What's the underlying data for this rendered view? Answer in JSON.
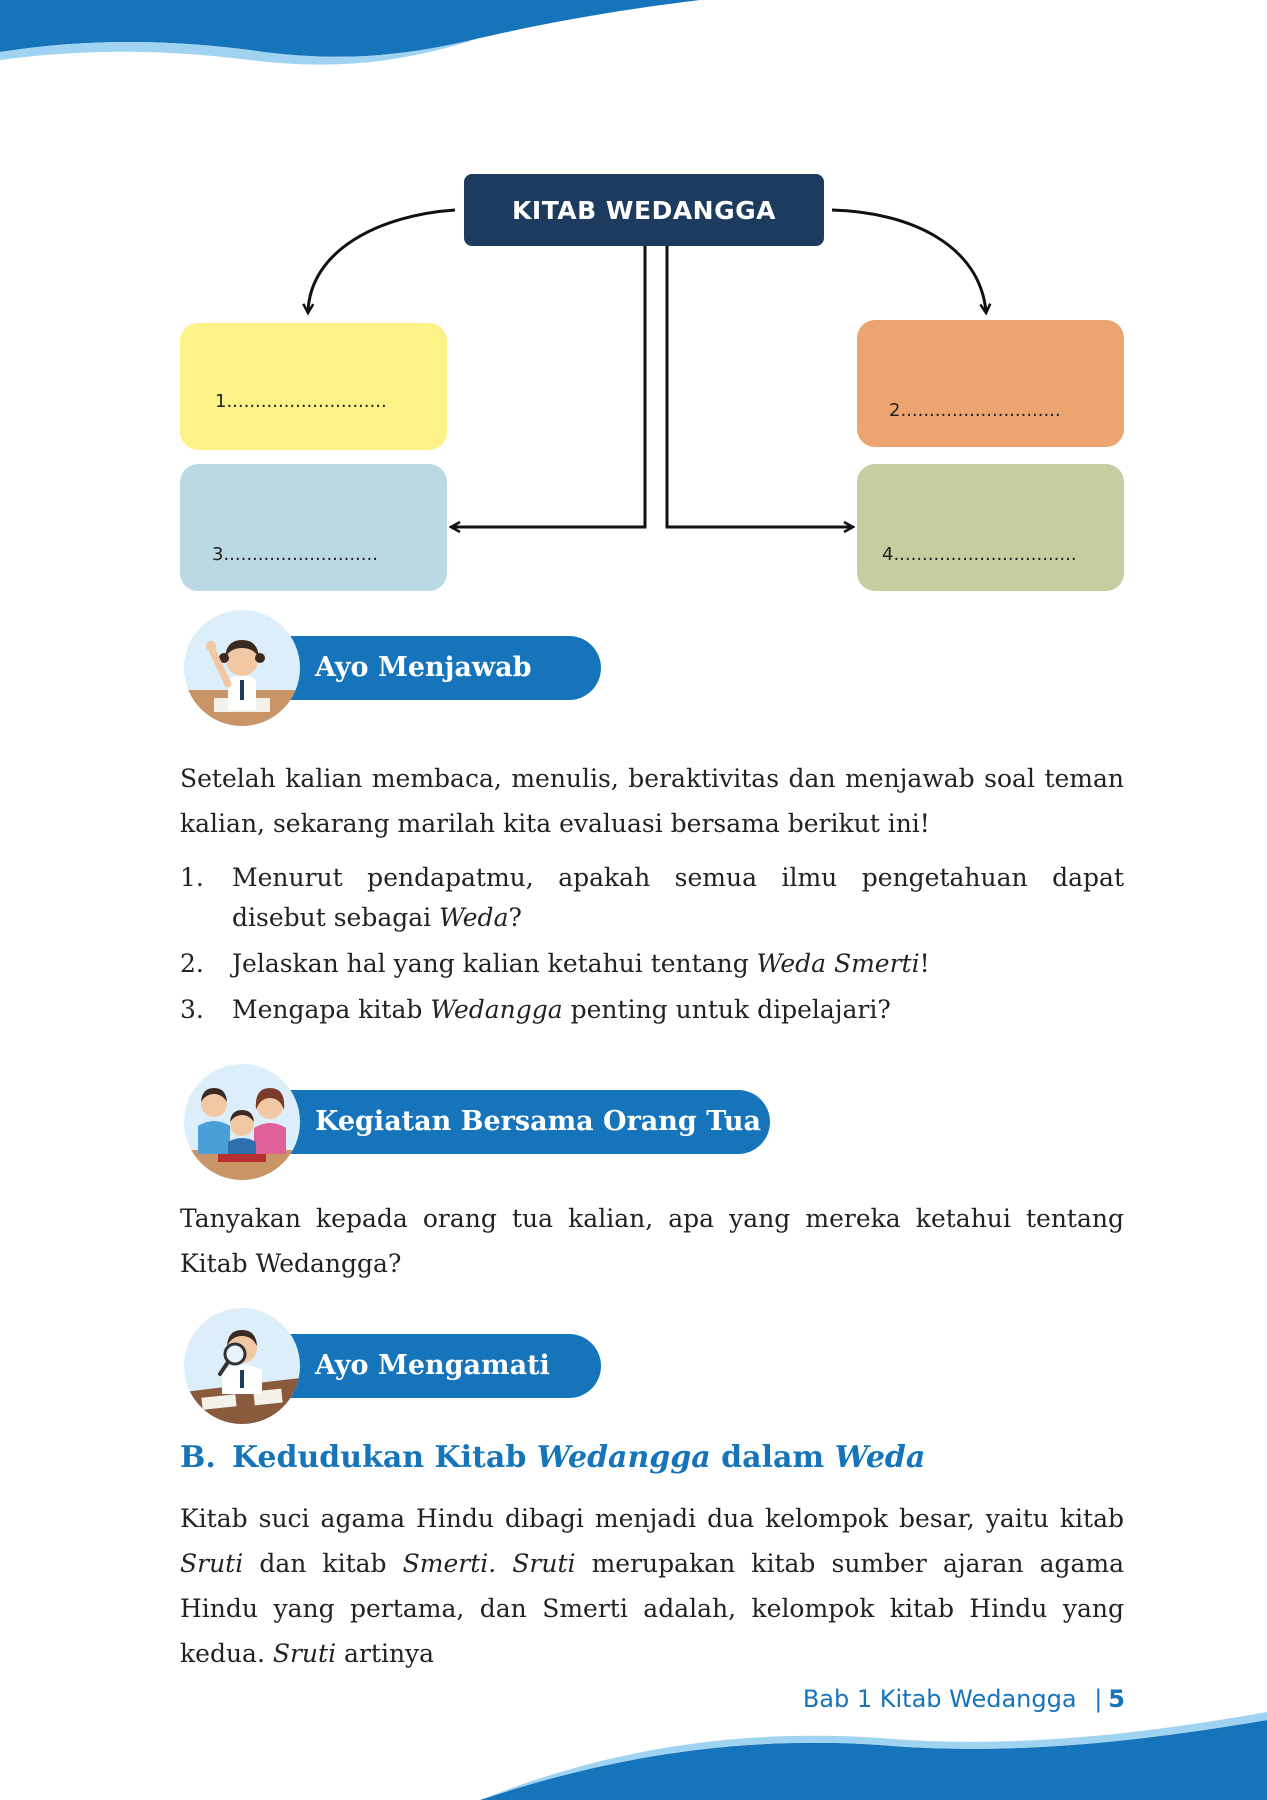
{
  "diagram": {
    "title": "KITAB WEDANGGA",
    "box1": "1............................",
    "box2": "2............................",
    "box3": "3...........................",
    "box4": "4................................"
  },
  "ayo_menjawab": {
    "label": "Ayo Menjawab",
    "intro": "Setelah kalian membaca, menulis, beraktivitas  dan menjawab soal teman kalian,  sekarang marilah kita evaluasi bersama berikut ini!",
    "questions": [
      {
        "num": "1.",
        "text_before": "Menurut pendapatmu, apakah semua ilmu pengetahuan dapat disebut sebagai ",
        "italic": "Weda",
        "text_after": "?"
      },
      {
        "num": "2.",
        "text_before": "Jelaskan hal yang kalian ketahui tentang ",
        "italic": "Weda Smerti",
        "text_after": "!"
      },
      {
        "num": "3.",
        "text_before": "Mengapa kitab ",
        "italic": "Wedangga",
        "text_after": " penting untuk dipelajari?"
      }
    ]
  },
  "kegiatan": {
    "label": "Kegiatan Bersama Orang Tua",
    "text": "Tanyakan kepada orang tua kalian, apa yang mereka ketahui tentang Kitab Wedangga?"
  },
  "ayo_mengamati": {
    "label": "Ayo Mengamati"
  },
  "section_b": {
    "letter": "B.",
    "title_part1": "Kedudukan Kitab ",
    "title_italic1": "Wedangga",
    "title_part2": " dalam ",
    "title_italic2": "Weda",
    "p1": "Kitab suci agama Hindu dibagi menjadi dua kelompok besar, yaitu kitab ",
    "p_sruti": "Sruti",
    "p2": " dan kitab ",
    "p_smerti": "Smerti.",
    "p3": " ",
    "p_sruti2": "Sruti",
    "p4": " merupakan kitab sumber ajaran agama Hindu yang pertama, dan Smerti adalah, kelompok kitab Hindu yang kedua. ",
    "p_sruti3": "Sruti",
    "p5": " artinya"
  },
  "footer": {
    "chapter": "Bab 1 Kitab Wedangga",
    "separator": "|",
    "page": "5"
  },
  "colors": {
    "accent_blue": "#1674bb",
    "title_navy": "#1d3a5f",
    "box_yellow": "#fdf287",
    "box_orange": "#eca571",
    "box_lightblue": "#bad9e3",
    "box_olive": "#c6cda1"
  }
}
